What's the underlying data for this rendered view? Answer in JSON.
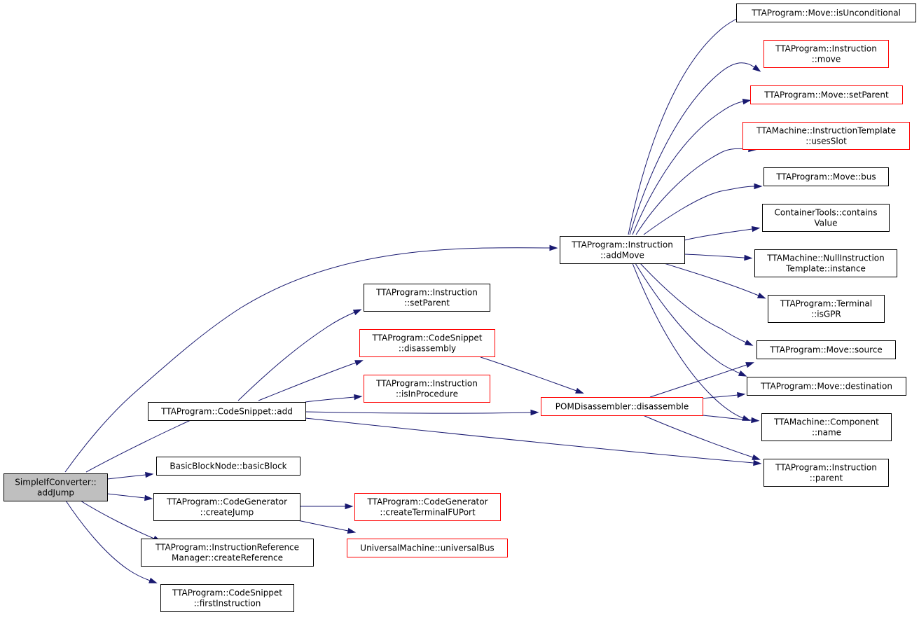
{
  "colors": {
    "root_fill": "#bfbfbf",
    "node_fill": "#ffffff",
    "border_normal": "#000000",
    "border_truncated": "#ff0000",
    "edge": "#191970"
  },
  "nodes": [
    {
      "id": "root",
      "lines": [
        "SimpleIfConverter::",
        "addJump"
      ],
      "style": "root"
    },
    {
      "id": "cs_add",
      "lines": [
        "TTAProgram::CodeSnippet::add"
      ],
      "style": "normal"
    },
    {
      "id": "bb",
      "lines": [
        "BasicBlockNode::basicBlock"
      ],
      "style": "normal"
    },
    {
      "id": "cg_jump",
      "lines": [
        "TTAProgram::CodeGenerator",
        "::createJump"
      ],
      "style": "normal"
    },
    {
      "id": "irm",
      "lines": [
        "TTAProgram::InstructionReference",
        "Manager::createReference"
      ],
      "style": "normal"
    },
    {
      "id": "first",
      "lines": [
        "TTAProgram::CodeSnippet",
        "::firstInstruction"
      ],
      "style": "normal"
    },
    {
      "id": "inst_setparent",
      "lines": [
        "TTAProgram::Instruction",
        "::setParent"
      ],
      "style": "normal"
    },
    {
      "id": "cs_disasm",
      "lines": [
        "TTAProgram::CodeSnippet",
        "::disassembly"
      ],
      "style": "truncated"
    },
    {
      "id": "inproc",
      "lines": [
        "TTAProgram::Instruction",
        "::isInProcedure"
      ],
      "style": "truncated"
    },
    {
      "id": "cg_term",
      "lines": [
        "TTAProgram::CodeGenerator",
        "::createTerminalFUPort"
      ],
      "style": "truncated"
    },
    {
      "id": "ubus",
      "lines": [
        "UniversalMachine::universalBus"
      ],
      "style": "truncated"
    },
    {
      "id": "pom",
      "lines": [
        "POMDisassembler::disassemble"
      ],
      "style": "truncated"
    },
    {
      "id": "addmove",
      "lines": [
        "TTAProgram::Instruction",
        "::addMove"
      ],
      "style": "normal"
    },
    {
      "id": "isuncond",
      "lines": [
        "TTAProgram::Move::isUnconditional"
      ],
      "style": "normal"
    },
    {
      "id": "inst_move",
      "lines": [
        "TTAProgram::Instruction",
        "::move"
      ],
      "style": "truncated"
    },
    {
      "id": "move_setparent",
      "lines": [
        "TTAProgram::Move::setParent"
      ],
      "style": "truncated"
    },
    {
      "id": "usesslot",
      "lines": [
        "TTAMachine::InstructionTemplate",
        "::usesSlot"
      ],
      "style": "truncated"
    },
    {
      "id": "move_bus",
      "lines": [
        "TTAProgram::Move::bus"
      ],
      "style": "normal"
    },
    {
      "id": "contains",
      "lines": [
        "ContainerTools::contains",
        "Value"
      ],
      "style": "normal"
    },
    {
      "id": "nullit",
      "lines": [
        "TTAMachine::NullInstruction",
        "Template::instance"
      ],
      "style": "normal"
    },
    {
      "id": "isgpr",
      "lines": [
        "TTAProgram::Terminal",
        "::isGPR"
      ],
      "style": "normal"
    },
    {
      "id": "source",
      "lines": [
        "TTAProgram::Move::source"
      ],
      "style": "normal"
    },
    {
      "id": "dest",
      "lines": [
        "TTAProgram::Move::destination"
      ],
      "style": "normal"
    },
    {
      "id": "comp_name",
      "lines": [
        "TTAMachine::Component",
        "::name"
      ],
      "style": "normal"
    },
    {
      "id": "inst_parent",
      "lines": [
        "TTAProgram::Instruction",
        "::parent"
      ],
      "style": "normal"
    }
  ],
  "edges": [
    [
      "root",
      "cs_add"
    ],
    [
      "root",
      "bb"
    ],
    [
      "root",
      "cg_jump"
    ],
    [
      "root",
      "irm"
    ],
    [
      "root",
      "first"
    ],
    [
      "root",
      "addmove"
    ],
    [
      "cs_add",
      "inst_setparent"
    ],
    [
      "cs_add",
      "cs_disasm"
    ],
    [
      "cs_add",
      "inproc"
    ],
    [
      "cs_add",
      "pom"
    ],
    [
      "cs_add",
      "inst_parent"
    ],
    [
      "cg_jump",
      "cg_term"
    ],
    [
      "cg_jump",
      "ubus"
    ],
    [
      "cs_disasm",
      "pom"
    ],
    [
      "pom",
      "source"
    ],
    [
      "pom",
      "dest"
    ],
    [
      "pom",
      "comp_name"
    ],
    [
      "pom",
      "inst_parent"
    ],
    [
      "addmove",
      "isuncond"
    ],
    [
      "addmove",
      "inst_move"
    ],
    [
      "addmove",
      "move_setparent"
    ],
    [
      "addmove",
      "usesslot"
    ],
    [
      "addmove",
      "move_bus"
    ],
    [
      "addmove",
      "contains"
    ],
    [
      "addmove",
      "nullit"
    ],
    [
      "addmove",
      "isgpr"
    ],
    [
      "addmove",
      "source"
    ],
    [
      "addmove",
      "dest"
    ],
    [
      "addmove",
      "comp_name"
    ]
  ]
}
